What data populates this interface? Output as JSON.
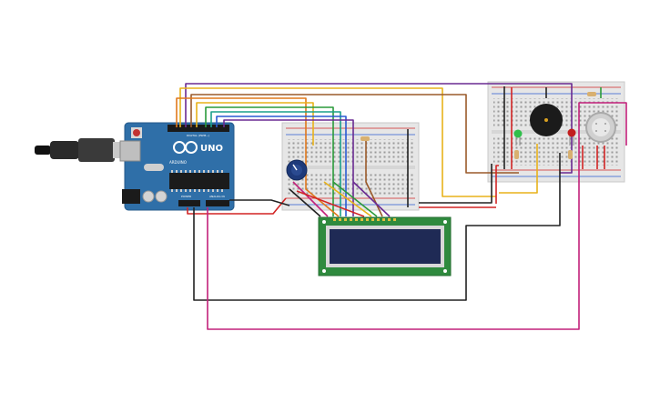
{
  "board": {
    "brand": "ARDUINO",
    "model": "UNO",
    "header_digital": "DIGITAL (PWM~)",
    "header_power": "POWER",
    "header_analog": "ANALOG IN"
  },
  "colors": {
    "arduino_blue": "#2f6fa8",
    "breadboard": "#e6e6e6",
    "lcd_pcb": "#2f8a3e",
    "lcd_screen": "#1f2a55",
    "wire_black": "#222222",
    "wire_red": "#d22424",
    "wire_magenta": "#c2217a",
    "wire_yellow": "#e8b21a",
    "wire_orange": "#e0781c",
    "wire_brown": "#9a5a2a",
    "wire_purple": "#6a2a92",
    "wire_green": "#2a9a3a",
    "wire_teal": "#1aa08a",
    "wire_blue": "#2a5ad2"
  },
  "components": {
    "usb": "usb-cable",
    "potentiometer": "potentiometer-knob",
    "lcd": "lcd-16x2",
    "buzzer": "piezo-buzzer",
    "gas_sensor": "gas-sensor",
    "led_green": "led-green",
    "led_red": "led-red"
  }
}
